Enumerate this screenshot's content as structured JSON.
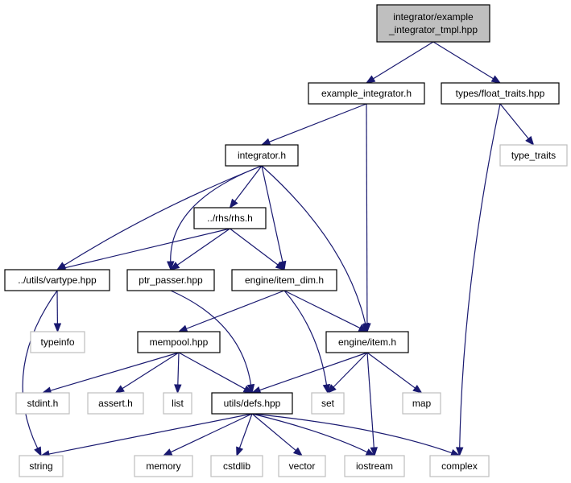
{
  "colors": {
    "edge": "#191970",
    "box_border": "#000000",
    "external_border": "#bfbfbf",
    "root_fill": "#bfbfbf",
    "box_fill": "#ffffff"
  },
  "nodes": [
    {
      "id": "root",
      "lines": [
        "integrator/example",
        "_integrator_tmpl.hpp"
      ],
      "style": "root"
    },
    {
      "id": "example_integrator_h",
      "lines": [
        "example_integrator.h"
      ],
      "style": "file"
    },
    {
      "id": "float_traits_hpp",
      "lines": [
        "types/float_traits.hpp"
      ],
      "style": "file"
    },
    {
      "id": "type_traits",
      "lines": [
        "type_traits"
      ],
      "style": "external"
    },
    {
      "id": "integrator_h",
      "lines": [
        "integrator.h"
      ],
      "style": "file"
    },
    {
      "id": "rhs_h",
      "lines": [
        "../rhs/rhs.h"
      ],
      "style": "file"
    },
    {
      "id": "vartype_hpp",
      "lines": [
        "../utils/vartype.hpp"
      ],
      "style": "file"
    },
    {
      "id": "ptr_passer_hpp",
      "lines": [
        "ptr_passer.hpp"
      ],
      "style": "file"
    },
    {
      "id": "item_dim_h",
      "lines": [
        "engine/item_dim.h"
      ],
      "style": "file"
    },
    {
      "id": "typeinfo",
      "lines": [
        "typeinfo"
      ],
      "style": "external"
    },
    {
      "id": "mempool_hpp",
      "lines": [
        "mempool.hpp"
      ],
      "style": "file"
    },
    {
      "id": "item_h",
      "lines": [
        "engine/item.h"
      ],
      "style": "file"
    },
    {
      "id": "stdint_h",
      "lines": [
        "stdint.h"
      ],
      "style": "external"
    },
    {
      "id": "assert_h",
      "lines": [
        "assert.h"
      ],
      "style": "external"
    },
    {
      "id": "list",
      "lines": [
        "list"
      ],
      "style": "external"
    },
    {
      "id": "defs_hpp",
      "lines": [
        "utils/defs.hpp"
      ],
      "style": "file"
    },
    {
      "id": "set",
      "lines": [
        "set"
      ],
      "style": "external"
    },
    {
      "id": "map",
      "lines": [
        "map"
      ],
      "style": "external"
    },
    {
      "id": "string",
      "lines": [
        "string"
      ],
      "style": "external"
    },
    {
      "id": "memory",
      "lines": [
        "memory"
      ],
      "style": "external"
    },
    {
      "id": "cstdlib",
      "lines": [
        "cstdlib"
      ],
      "style": "external"
    },
    {
      "id": "vector",
      "lines": [
        "vector"
      ],
      "style": "external"
    },
    {
      "id": "iostream",
      "lines": [
        "iostream"
      ],
      "style": "external"
    },
    {
      "id": "complex",
      "lines": [
        "complex"
      ],
      "style": "external"
    }
  ],
  "edges": [
    {
      "from": "root",
      "to": "example_integrator_h"
    },
    {
      "from": "root",
      "to": "float_traits_hpp"
    },
    {
      "from": "example_integrator_h",
      "to": "integrator_h"
    },
    {
      "from": "example_integrator_h",
      "to": "item_h"
    },
    {
      "from": "float_traits_hpp",
      "to": "type_traits"
    },
    {
      "from": "float_traits_hpp",
      "to": "complex"
    },
    {
      "from": "integrator_h",
      "to": "rhs_h"
    },
    {
      "from": "integrator_h",
      "to": "vartype_hpp"
    },
    {
      "from": "integrator_h",
      "to": "ptr_passer_hpp"
    },
    {
      "from": "integrator_h",
      "to": "item_dim_h"
    },
    {
      "from": "integrator_h",
      "to": "item_h"
    },
    {
      "from": "rhs_h",
      "to": "vartype_hpp"
    },
    {
      "from": "rhs_h",
      "to": "ptr_passer_hpp"
    },
    {
      "from": "rhs_h",
      "to": "item_dim_h"
    },
    {
      "from": "vartype_hpp",
      "to": "typeinfo"
    },
    {
      "from": "vartype_hpp",
      "to": "string"
    },
    {
      "from": "ptr_passer_hpp",
      "to": "defs_hpp"
    },
    {
      "from": "item_dim_h",
      "to": "mempool_hpp"
    },
    {
      "from": "item_dim_h",
      "to": "item_h"
    },
    {
      "from": "item_dim_h",
      "to": "set"
    },
    {
      "from": "mempool_hpp",
      "to": "stdint_h"
    },
    {
      "from": "mempool_hpp",
      "to": "assert_h"
    },
    {
      "from": "mempool_hpp",
      "to": "list"
    },
    {
      "from": "mempool_hpp",
      "to": "defs_hpp"
    },
    {
      "from": "item_h",
      "to": "defs_hpp"
    },
    {
      "from": "item_h",
      "to": "set"
    },
    {
      "from": "item_h",
      "to": "map"
    },
    {
      "from": "item_h",
      "to": "iostream"
    },
    {
      "from": "defs_hpp",
      "to": "string"
    },
    {
      "from": "defs_hpp",
      "to": "memory"
    },
    {
      "from": "defs_hpp",
      "to": "cstdlib"
    },
    {
      "from": "defs_hpp",
      "to": "vector"
    },
    {
      "from": "defs_hpp",
      "to": "iostream"
    },
    {
      "from": "defs_hpp",
      "to": "complex"
    }
  ]
}
